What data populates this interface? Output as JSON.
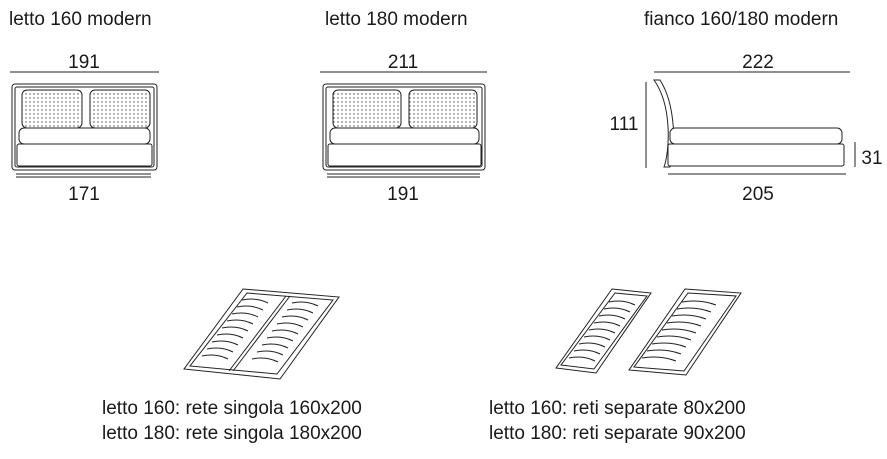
{
  "views": {
    "bed160": {
      "title": "letto 160 modern",
      "width_top": "191",
      "width_bottom": "171"
    },
    "bed180": {
      "title": "letto 180 modern",
      "width_top": "211",
      "width_bottom": "191"
    },
    "side": {
      "title": "fianco 160/180 modern",
      "length_top": "222",
      "height": "111",
      "frame_height": "31",
      "length_bottom": "205"
    }
  },
  "captions": {
    "single_net": {
      "line1": "letto 160: rete singola 160x200",
      "line2": "letto 180: rete singola 180x200"
    },
    "split_nets": {
      "line1": "letto 160: reti separate 80x200",
      "line2": "letto 180: reti separate 90x200"
    }
  }
}
